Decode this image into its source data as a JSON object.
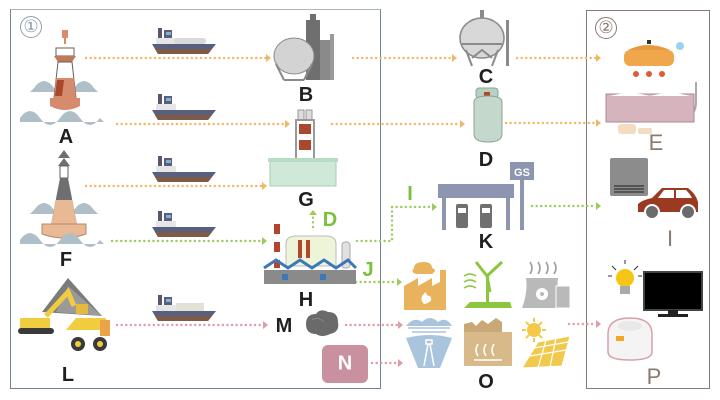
{
  "title": "Gas / energy supply chain diagram",
  "groups": [
    {
      "id": "group-1",
      "marker": "①",
      "color": "#6f8590"
    },
    {
      "id": "group-2",
      "marker": "②",
      "color": "#8a7a70"
    }
  ],
  "labels": {
    "A": "A",
    "B": "B",
    "C": "C",
    "D": "D",
    "E": "E",
    "F": "F",
    "G": "G",
    "H": "H",
    "I": "I",
    "J": "J",
    "K": "K",
    "L": "L",
    "M": "M",
    "N": "N",
    "O": "O",
    "P": "P",
    "D_green": "D",
    "J_green": "J",
    "I_green": "I"
  },
  "icons": {
    "gas_station_sign": "GS"
  },
  "colors": {
    "arrow_orange": "#f0b866",
    "arrow_green": "#9ccc5a",
    "arrow_pink": "#e39aa6",
    "label_green": "#7bc03b",
    "n_box": "#c9909f"
  },
  "flows": [
    {
      "from": "A",
      "via": "tanker",
      "to": "B",
      "color": "orange"
    },
    {
      "from": "B",
      "to": "C",
      "color": "orange"
    },
    {
      "from": "C",
      "to": "group-2 (cooking pot)",
      "color": "orange"
    },
    {
      "from": "A",
      "via": "tanker",
      "to": "G",
      "color": "orange"
    },
    {
      "from": "G",
      "to": "D",
      "color": "orange"
    },
    {
      "from": "D",
      "to": "E",
      "color": "orange"
    },
    {
      "from": "F",
      "via": "tanker",
      "to": "G",
      "color": "orange"
    },
    {
      "from": "F",
      "via": "tanker",
      "to": "H",
      "color": "green"
    },
    {
      "from": "H",
      "label": "D",
      "to": "G",
      "color": "green"
    },
    {
      "from": "H",
      "label": "I",
      "to": "K",
      "color": "green"
    },
    {
      "from": "K",
      "to": "I (car)",
      "color": "green"
    },
    {
      "from": "H",
      "label": "J",
      "to": "power plants",
      "color": "green"
    },
    {
      "from": "L",
      "via": "tanker",
      "to": "M",
      "color": "pink"
    },
    {
      "from": "M",
      "to": "O",
      "color": "pink"
    },
    {
      "from": "N",
      "to": "O",
      "color": "pink"
    },
    {
      "from": "O",
      "to": "P",
      "color": "pink"
    }
  ]
}
